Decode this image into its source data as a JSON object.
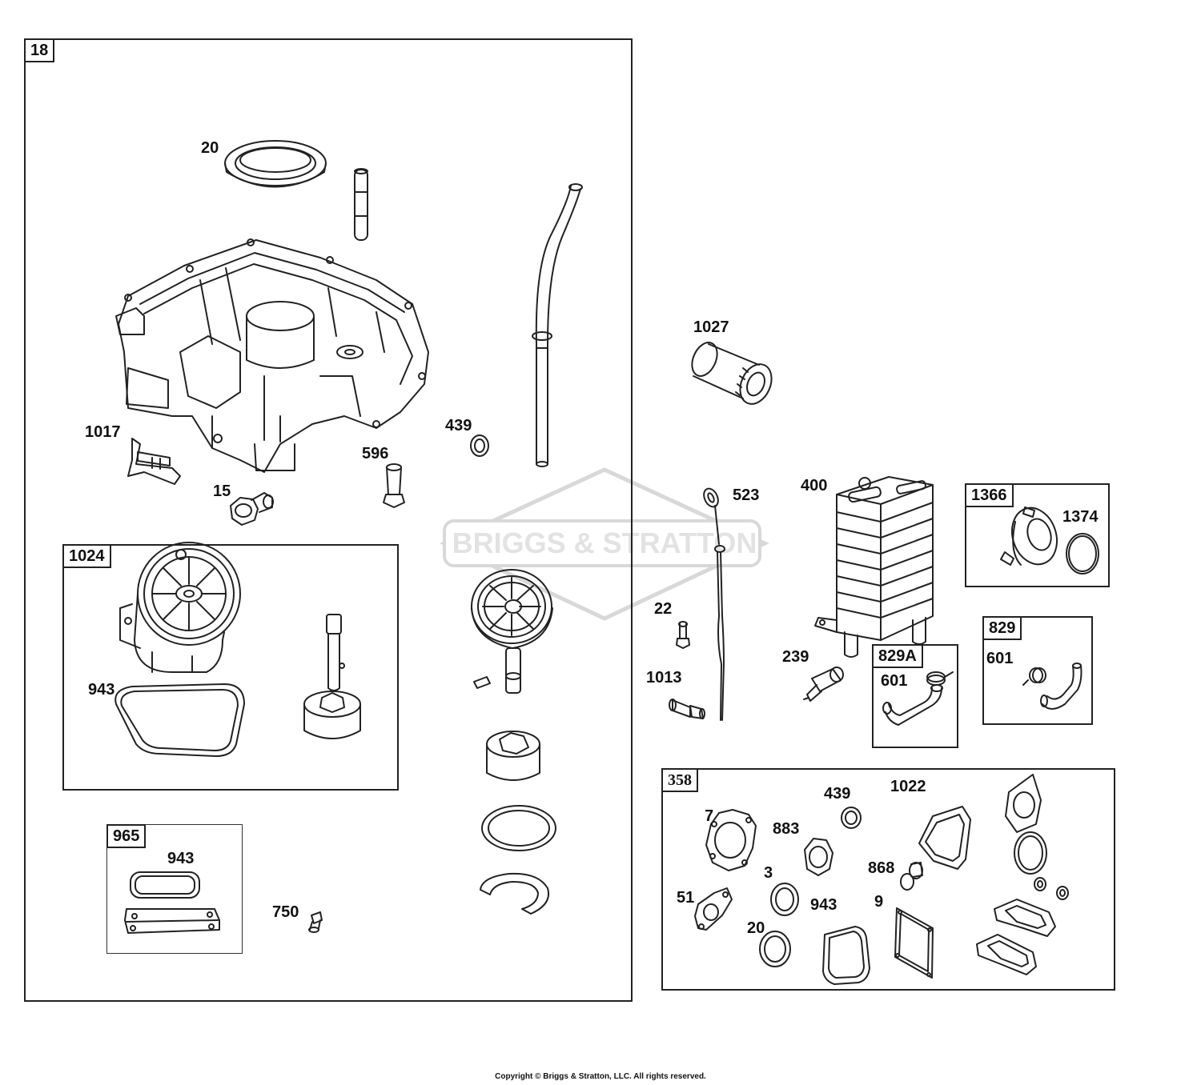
{
  "groups": {
    "main": "18",
    "oil_pump": "1024",
    "filter_kit": "965",
    "gasket_set": "358",
    "adapter_kit": "1366",
    "hose_kit_a": "829A",
    "hose_kit_b": "829"
  },
  "labels": {
    "seal_20": "20",
    "clip_1017": "1017",
    "plug_15": "15",
    "bolt_596": "596",
    "oring_439": "439",
    "gasket_943_pump": "943",
    "gasket_943_kit": "943",
    "screw_750": "750",
    "filter_1027": "1027",
    "dipstick_523": "523",
    "cooler_400": "400",
    "bolt_22": "22",
    "fitting_1013": "1013",
    "switch_239": "239",
    "adapter_1374": "1374",
    "hose_601_a": "601",
    "hose_601_b": "601",
    "gs_7": "7",
    "gs_883": "883",
    "gs_439": "439",
    "gs_1022": "1022",
    "gs_868": "868",
    "gs_51": "51",
    "gs_3": "3",
    "gs_20": "20",
    "gs_943": "943",
    "gs_9": "9"
  },
  "watermark": "BRIGGS & STRATTON",
  "copyright": "Copyright © Briggs & Stratton, LLC. All rights reserved."
}
